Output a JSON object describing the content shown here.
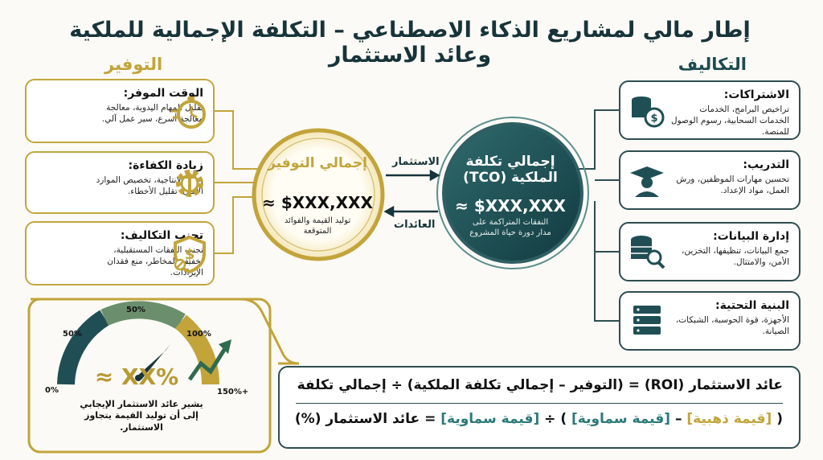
{
  "title": "إطار مالي لمشاريع الذكاء الاصطناعي – التكلفة الإجمالية للملكية وعائد الاستثمار",
  "sections": {
    "costs": "التكاليف",
    "savings": "التوفير"
  },
  "costs": [
    {
      "title": "الاشتراكات:",
      "body": "تراخيص البرامج، الخدمات الخدمات السحابية، رسوم الوصول للمنصة.",
      "icon": "coins-dollar-icon"
    },
    {
      "title": "التدريب:",
      "body": "تحسين مهارات الموظفين، ورش العمل، مواد الإعداد.",
      "icon": "graduate-icon"
    },
    {
      "title": "إدارة البيانات:",
      "body": "جمع البيانات، تنظيفها، التخزين، الأمن، والامتثال.",
      "icon": "database-search-icon"
    },
    {
      "title": "البنية التحتية:",
      "body": "الأجهزة، قوة الحوسبة، الشبكات، الصيانة.",
      "icon": "server-rack-icon"
    }
  ],
  "savings": [
    {
      "title": "الوقت الموفر:",
      "body": "تقليل المهام اليدوية، معالجة معالجة أسرع، سير عمل آلي.",
      "icon": "stopwatch-icon"
    },
    {
      "title": "زيادة الكفاءة:",
      "body": "زيادة الإنتاجية، تخصيص الموارد الأمثل، تقليل الأخطاء.",
      "icon": "gear-arrow-icon"
    },
    {
      "title": "تجنب التكاليف:",
      "body": "تجنب النفقات المستقبلية، تخفيف المخاطر، منع فقدان الإيرادات.",
      "icon": "shield-dollar-icon"
    }
  ],
  "savings_circle": {
    "title": "إجمالي التوفير",
    "value": "≈ $XXX,XXX",
    "desc": "توليد القيمة والفوائد المتوقعة"
  },
  "tco_circle": {
    "title": "إجمالي تكلفة الملكية (TCO)",
    "value": "≈ $XXX,XXX",
    "desc": "النفقات المتراكمة على مدار دورة حياة المشروع"
  },
  "arrows": {
    "investment": "الاستثمار",
    "returns": "العائدات"
  },
  "gauge": {
    "ticks": [
      "0%",
      "50%",
      "50%",
      "100%",
      "150%+"
    ],
    "value_label": "≈ XX%",
    "note": "يشير عائد الاستثمار الإيجابي إلى أن توليد القيمة يتجاوز الاستثمار."
  },
  "formula": {
    "line1": "عائد الاستثمار (ROI) = (التوفير – إجمالي تكلفة الملكية) ÷ إجمالي تكلفة",
    "line2_open": "(",
    "gold": "[قيمة ذهبية]",
    "minus": "–",
    "teal1": "[قيمة سماوية]",
    "rest": ") ÷",
    "teal2": "[قيمة سماوية]",
    "tail": "= عائد الاستثمار (%)"
  },
  "colors": {
    "gold": "#c2a43a",
    "teal": "#1f4f55",
    "teal_dark": "#17343a"
  }
}
